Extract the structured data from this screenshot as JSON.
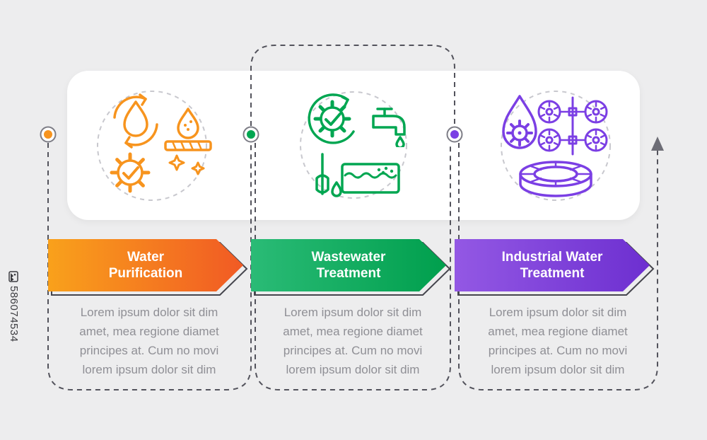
{
  "watermark": {
    "stock_id": "586074534"
  },
  "connector": {
    "line_color": "#53535c",
    "circle_color": "#c8c8ce",
    "arrow_color": "#6d6d76"
  },
  "steps": [
    {
      "title": [
        "Water",
        "Purification"
      ],
      "body": [
        "Lorem ipsum dolor sit dim",
        "amet, mea regione diamet",
        "principes at. Cum no movi",
        "lorem ipsum dolor sit dim"
      ],
      "color": "#f7941e",
      "gradient_from": "#f9a11b",
      "gradient_to": "#f15a24",
      "icons": [
        "drop-recycle-icon",
        "sediment-filter-icon",
        "gear-check-icon"
      ]
    },
    {
      "title": [
        "Wastewater",
        "Treatment"
      ],
      "body": [
        "Lorem ipsum dolor sit dim",
        "amet, mea regione diamet",
        "principes at. Cum no movi",
        "lorem ipsum dolor sit dim"
      ],
      "color": "#00a651",
      "gradient_from": "#2abb76",
      "gradient_to": "#009f4d",
      "icons": [
        "gear-refresh-icon",
        "faucet-icon",
        "treatment-basin-icon"
      ]
    },
    {
      "title": [
        "Industrial Water",
        "Treatment"
      ],
      "body": [
        "Lorem ipsum dolor sit dim",
        "amet, mea regione diamet",
        "principes at. Cum no movi",
        "lorem ipsum dolor sit dim"
      ],
      "color": "#7b3fe4",
      "gradient_from": "#9358e4",
      "gradient_to": "#6d2fd0",
      "icons": [
        "drop-gear-icon",
        "membrane-filter-icon",
        "clarifier-tank-icon"
      ]
    }
  ]
}
